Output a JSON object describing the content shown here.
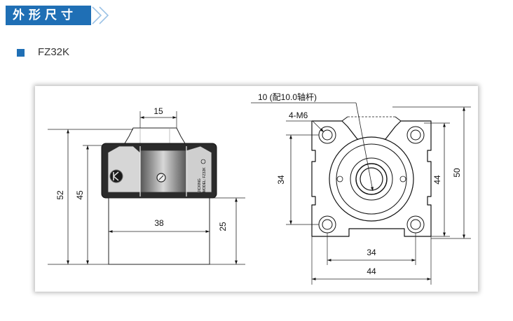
{
  "section": {
    "title": "外形尺寸"
  },
  "model": {
    "label": "FZ32K"
  },
  "colors": {
    "accent": "#1f6fb5",
    "panel_shadow": "#bdbdbd"
  },
  "icons": {
    "section_arrow": "double-chevron-right-icon",
    "model_marker": "square-bullet-icon"
  },
  "front_view": {
    "dim_top_width": "15",
    "dim_total_height": "52",
    "dim_body_height": "45",
    "dim_base_width": "38",
    "dim_base_height": "25",
    "brand_text": "JICKING",
    "model_text": "MODEL: FZ32K"
  },
  "top_view": {
    "shaft_note": "10 (配10.0轴杆)",
    "thread_note": "4-M6",
    "dim_hole_pitch_vertical": "34",
    "dim_plate_height": "44",
    "dim_total_height": "50",
    "dim_hole_pitch_horizontal": "34",
    "dim_plate_width": "44"
  }
}
